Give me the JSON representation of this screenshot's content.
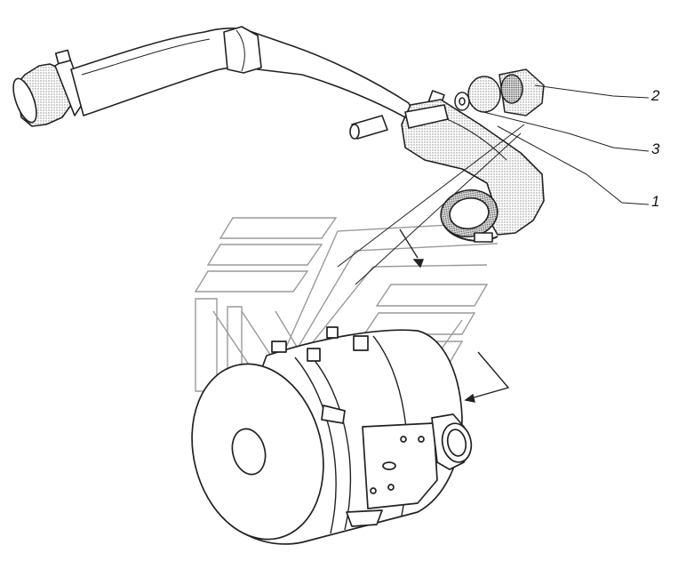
{
  "callouts": {
    "part_2": "2",
    "part_3": "3",
    "part_1": "1"
  },
  "colors": {
    "ink": "#222222",
    "watermark": "#9a9a9a",
    "shade": "#c8c8c8",
    "background": "#ffffff"
  },
  "icons": [
    "air-intake-pipe-drawing",
    "clamp-icon",
    "rubber-elbow-icon",
    "washer-icon",
    "sensor-cap-icon",
    "air-filter-housing-icon",
    "flow-arrow-icon",
    "watermark-logo"
  ]
}
